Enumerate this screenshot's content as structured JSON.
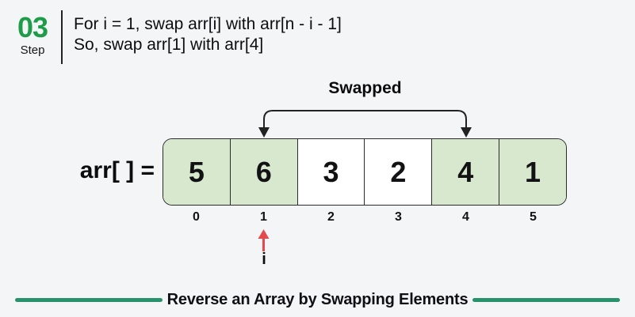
{
  "step": {
    "number": "03",
    "label": "Step",
    "instruction_line1": "For i = 1, swap arr[i] with arr[n - i - 1]",
    "instruction_line2": "So, swap arr[1] with arr[4]"
  },
  "diagram": {
    "swapped_label": "Swapped",
    "array_label": "arr[ ] =",
    "cells": [
      {
        "value": "5",
        "highlighted": true
      },
      {
        "value": "6",
        "highlighted": true
      },
      {
        "value": "3",
        "highlighted": false
      },
      {
        "value": "2",
        "highlighted": false
      },
      {
        "value": "4",
        "highlighted": true
      },
      {
        "value": "1",
        "highlighted": true
      }
    ],
    "indices": [
      "0",
      "1",
      "2",
      "3",
      "4",
      "5"
    ],
    "pointer": {
      "label": "i",
      "index": 1
    },
    "swap_from_index": 1,
    "swap_to_index": 4
  },
  "footer": {
    "title": "Reverse an Array by Swapping Elements"
  },
  "colors": {
    "background": "#f4f5f7",
    "cell_highlight": "#d8e8cf",
    "cell_default": "#ffffff",
    "step_green": "#1f9c4a",
    "rule_green": "#27926c",
    "pointer_red": "#e5484d",
    "line_dark": "#222222",
    "text_dark": "#0e0e10"
  }
}
